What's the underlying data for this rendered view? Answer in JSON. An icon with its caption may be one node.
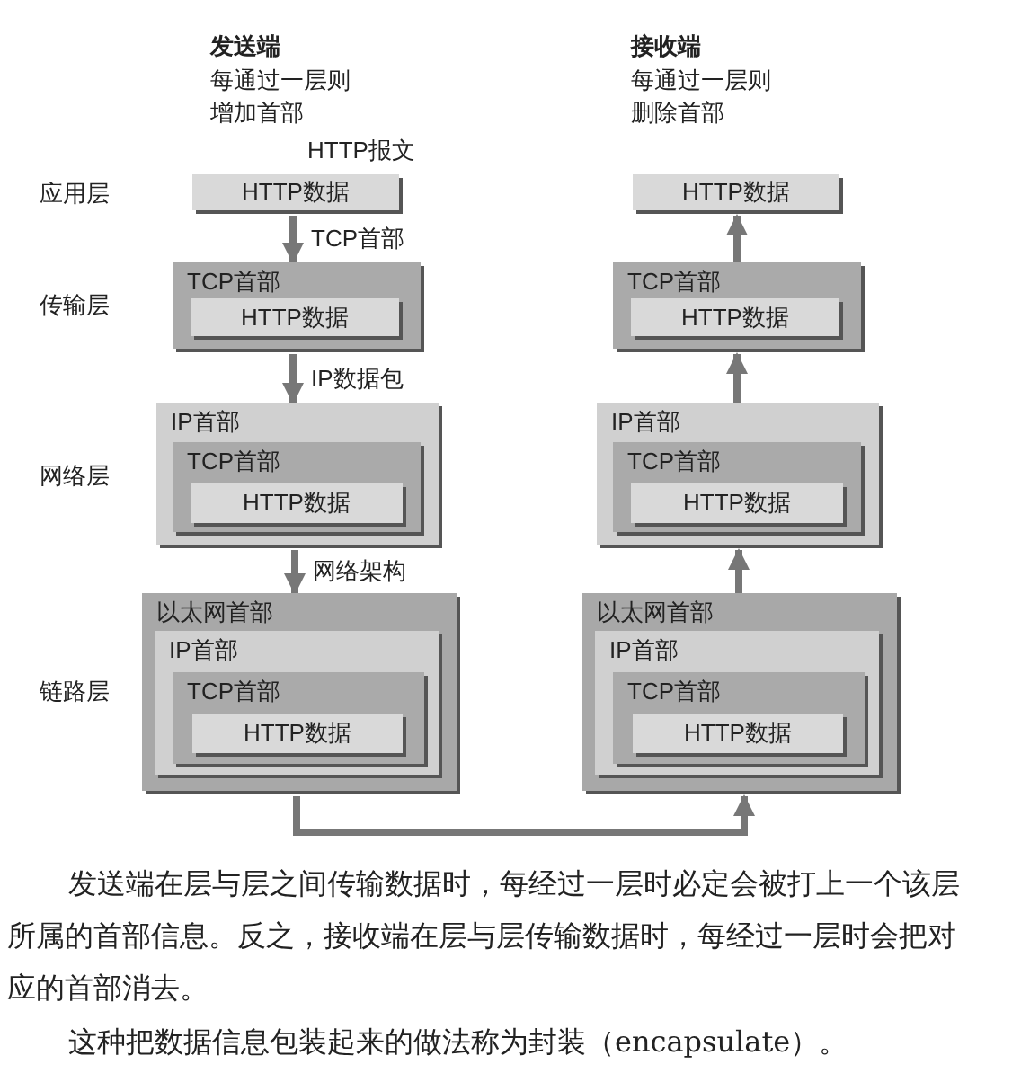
{
  "diagram": {
    "nodes": [
      {
        "text": [
          "HTTP数据"
        ],
        "beside": [
          "HTTP报文"
        ]
      },
      {
        "text": [
          "TCP首部"
        ]
      },
      {
        "text": [
          "HTTP数据"
        ],
        "in": 1
      },
      {
        "text": [
          "IP首部"
        ]
      },
      {
        "text": [
          "TCP首部"
        ],
        "in": 3
      },
      {
        "text": [
          "HTTP数据"
        ],
        "in": 4
      },
      {
        "text": [
          "以太网首部"
        ]
      },
      {
        "text": [
          "IP首部"
        ],
        "in": 6
      },
      {
        "text": [
          "TCP首部"
        ],
        "in": 7
      },
      {
        "text": [
          "HTTP数据"
        ],
        "in": 8
      },
      {
        "text": [
          "HTTP数据"
        ]
      },
      {
        "text": [
          "TCP首部"
        ]
      },
      {
        "text": [
          "HTTP数据"
        ],
        "in": 11
      },
      {
        "text": [
          "IP首部"
        ]
      },
      {
        "text": [
          "TCP首部"
        ],
        "in": 13
      },
      {
        "text": [
          "HTTP数据"
        ],
        "in": 14
      },
      {
        "text": [
          "以太网首部"
        ]
      },
      {
        "text": [
          "IP首部"
        ],
        "in": 16
      },
      {
        "text": [
          "TCP首部"
        ],
        "in": 17
      },
      {
        "text": [
          "HTTP数据"
        ],
        "in": 18
      }
    ],
    "edges": [
      {
        "from": 0,
        "to": 1,
        "arrow": "to",
        "label": "TCP首部"
      },
      {
        "from": 1,
        "to": 3,
        "arrow": "to",
        "label": "IP数据包"
      },
      {
        "from": 3,
        "to": 6,
        "arrow": "to",
        "label": "网络架构"
      },
      {
        "from": 6,
        "to": 16,
        "arrow": "to"
      },
      {
        "from": 16,
        "to": 13,
        "arrow": "to"
      },
      {
        "from": 13,
        "to": 11,
        "arrow": "to"
      },
      {
        "from": 11,
        "to": 10,
        "arrow": "to"
      }
    ],
    "labels": [
      "发送端",
      "每通过一层则增加首部",
      "接收端",
      "每通过一层则删除首部",
      "应用层",
      "传输层",
      "网络层",
      "链路层",
      "发送端在层与层之间传输数据时，每经过一层时必定会被打上一个该层所属的首部信息。反之，接收端在层与层传输数据时，每经过一层时会把对应的首部消去。",
      "这种把数据信息包装起来的做法称为封装（encapsulate）。"
    ]
  }
}
